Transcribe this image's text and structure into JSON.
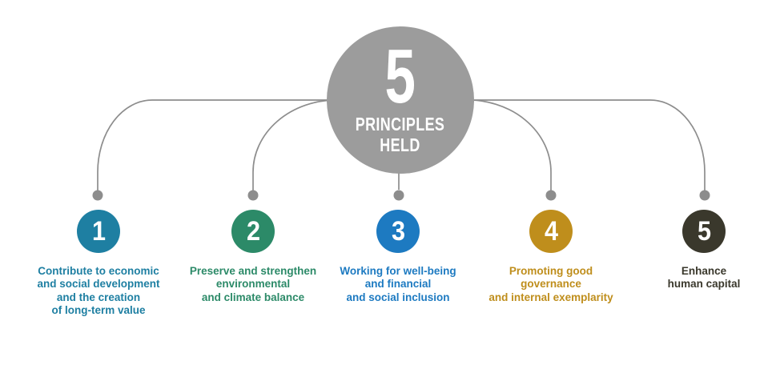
{
  "background_color": "#ffffff",
  "center": {
    "number": "5",
    "label": "PRINCIPLES\nHELD",
    "circle_color": "#9c9c9c",
    "text_color": "#ffffff"
  },
  "connector": {
    "line_color": "#8d8d8d",
    "dot_color": "#8d8d8d"
  },
  "items": [
    {
      "number": "1",
      "color": "#1e7fa2",
      "text": "Contribute to economic\nand social development\nand the creation\nof long-term value"
    },
    {
      "number": "2",
      "color": "#2c8a68",
      "text": "Preserve and strengthen\nenvironmental\nand climate balance"
    },
    {
      "number": "3",
      "color": "#1d7ac1",
      "text": "Working for well-being\nand financial\nand social inclusion"
    },
    {
      "number": "4",
      "color": "#bf8e1c",
      "text": "Promoting good\ngovernance\nand internal exemplarity"
    },
    {
      "number": "5",
      "color": "#3a382c",
      "text": "Enhance\nhuman capital"
    }
  ]
}
